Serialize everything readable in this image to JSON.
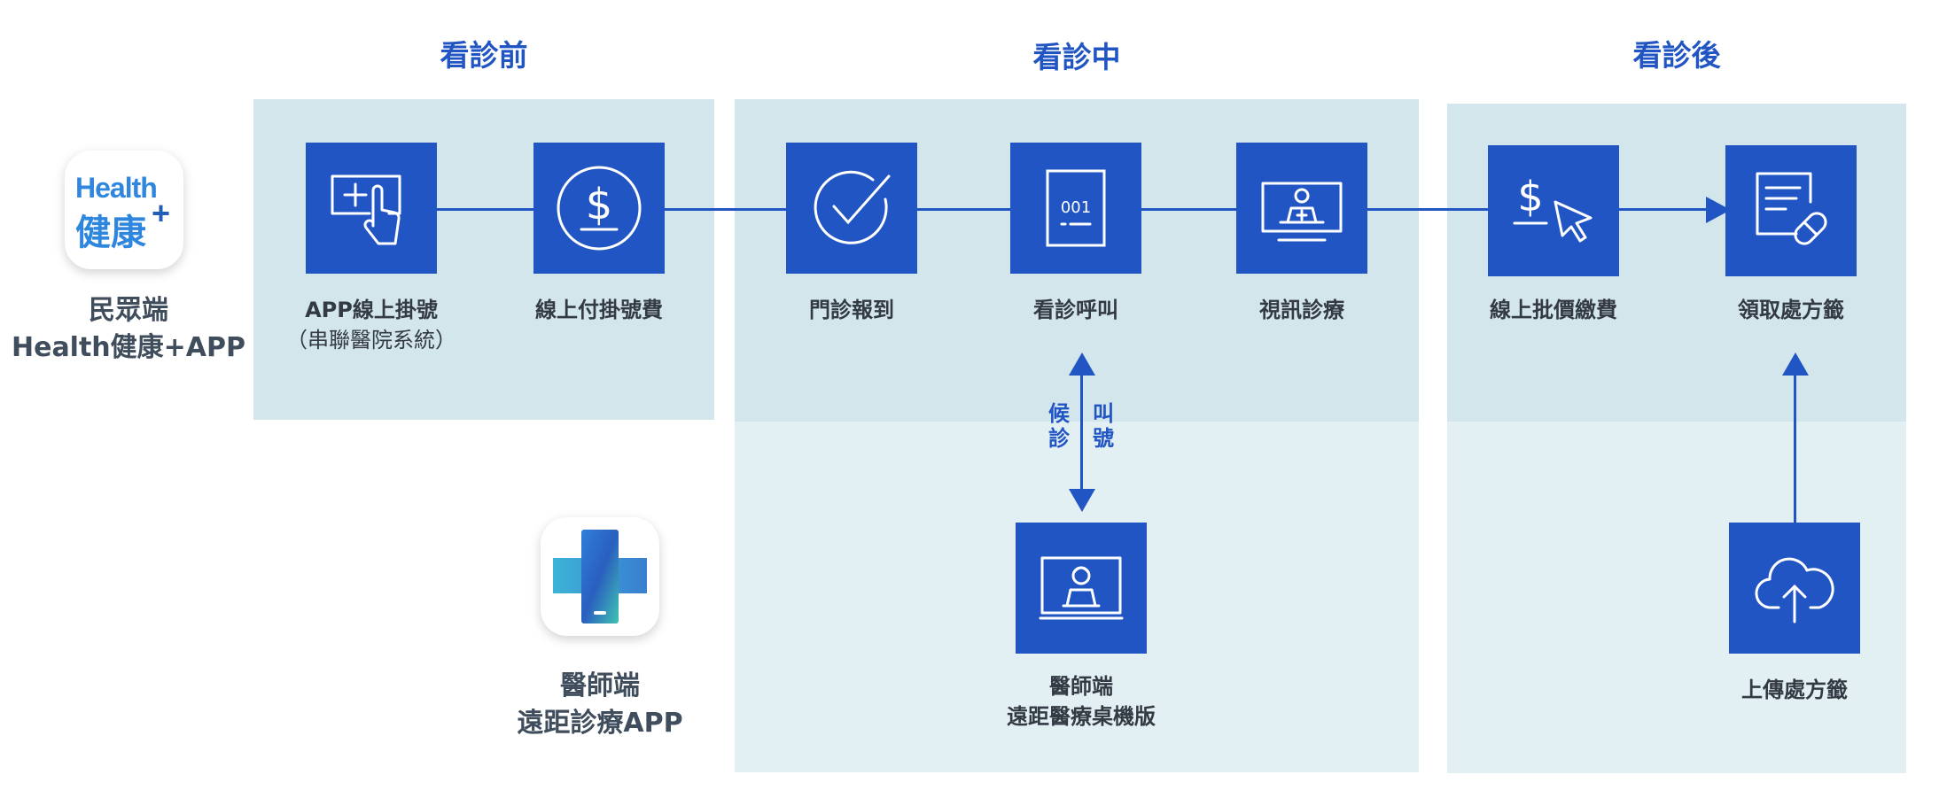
{
  "phases": {
    "before": "看診前",
    "during": "看診中",
    "after": "看診後"
  },
  "roles": {
    "patient_line1": "民眾端",
    "patient_line2": "Health健康+APP",
    "doctor_line1": "醫師端",
    "doctor_line2": "遠距診療APP"
  },
  "app_logo": {
    "text_top": "Health",
    "text_bottom": "健康",
    "plus": "+"
  },
  "steps": {
    "app_register": "APP線上掛號",
    "app_register_sub": "（串聯醫院系統）",
    "online_pay_fee": "線上付掛號費",
    "checkin": "門診報到",
    "call": "看診呼叫",
    "video": "視訊診療",
    "online_pay_bill": "線上批價繳費",
    "get_prescription": "領取處方籤",
    "doctor_desktop_line1": "醫師端",
    "doctor_desktop_line2": "遠距醫療桌機版",
    "upload_prescription": "上傳處方籤"
  },
  "call_icon_number": "001",
  "arrow_labels": {
    "waiting": "候診",
    "calling": "叫號"
  },
  "colors": {
    "accent": "#2255c4",
    "panel_top": "#d3e6ec",
    "panel_bottom": "#e2eff3"
  }
}
